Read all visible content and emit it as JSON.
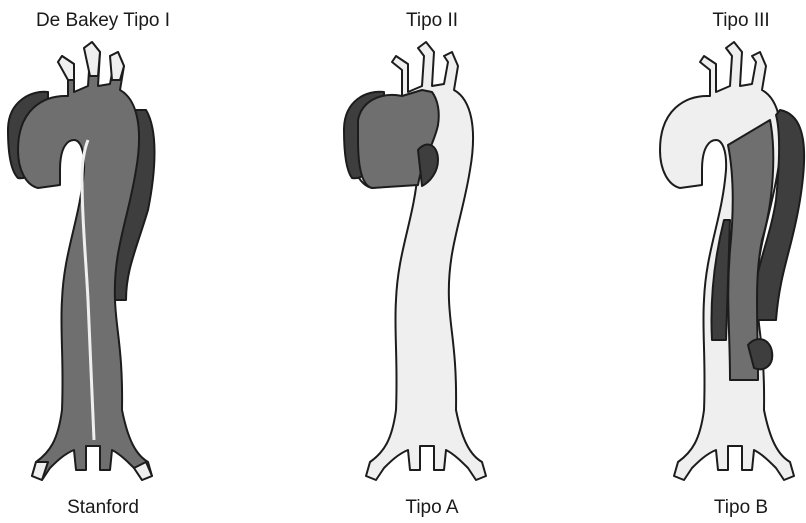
{
  "top_labels": {
    "type1": "De Bakey Tipo I",
    "type2": "Tipo II",
    "type3": "Tipo III"
  },
  "bottom_labels": {
    "stanford": "Stanford",
    "typeA": "Tipo A",
    "typeB": "Tipo B"
  },
  "colors": {
    "lumen_light": "#efefef",
    "false_lumen": "#6f6f6f",
    "false_lumen_dark": "#3e3e3e",
    "outline": "#1c1c1c"
  }
}
